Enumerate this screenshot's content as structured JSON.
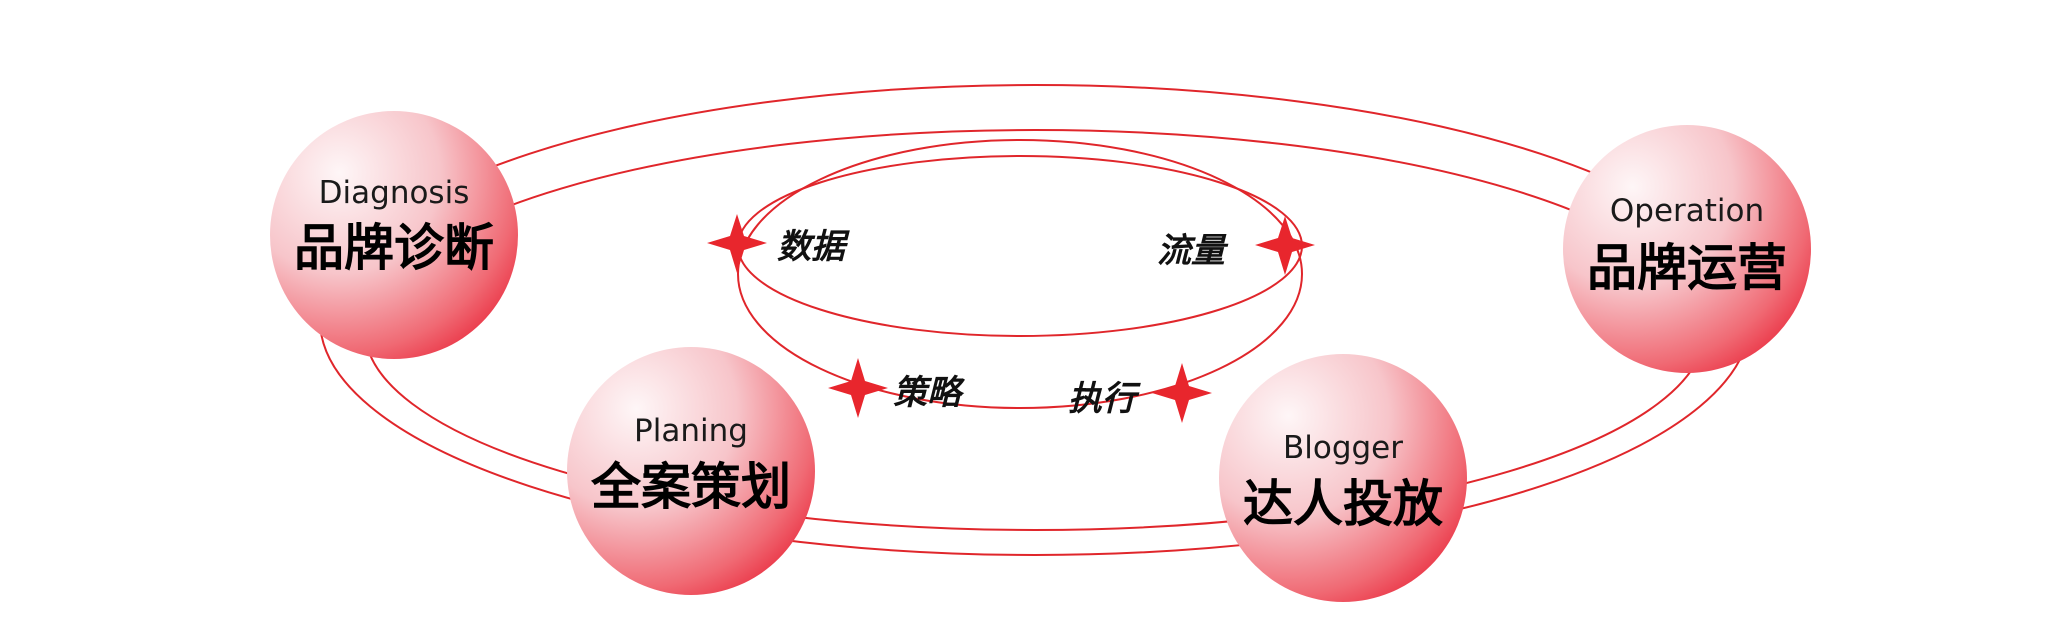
{
  "colors": {
    "ring": "#e0262b",
    "star": "#e8262d",
    "node_light": "#fdf0f1",
    "node_dark": "#ec2e3a"
  },
  "nodes": [
    {
      "id": "diagnosis",
      "en": "Diagnosis",
      "zh": "品牌诊断"
    },
    {
      "id": "operation",
      "en": "Operation",
      "zh": "品牌运营"
    },
    {
      "id": "planing",
      "en": "Planing",
      "zh": "全案策划"
    },
    {
      "id": "blogger",
      "en": "Blogger",
      "zh": "达人投放"
    }
  ],
  "core": {
    "items": [
      {
        "id": "data",
        "label": "数据",
        "icon": "star-icon"
      },
      {
        "id": "traffic",
        "label": "流量",
        "icon": "star-icon"
      },
      {
        "id": "strategy",
        "label": "策略",
        "icon": "star-icon"
      },
      {
        "id": "execution",
        "label": "执行",
        "icon": "star-icon"
      }
    ]
  }
}
